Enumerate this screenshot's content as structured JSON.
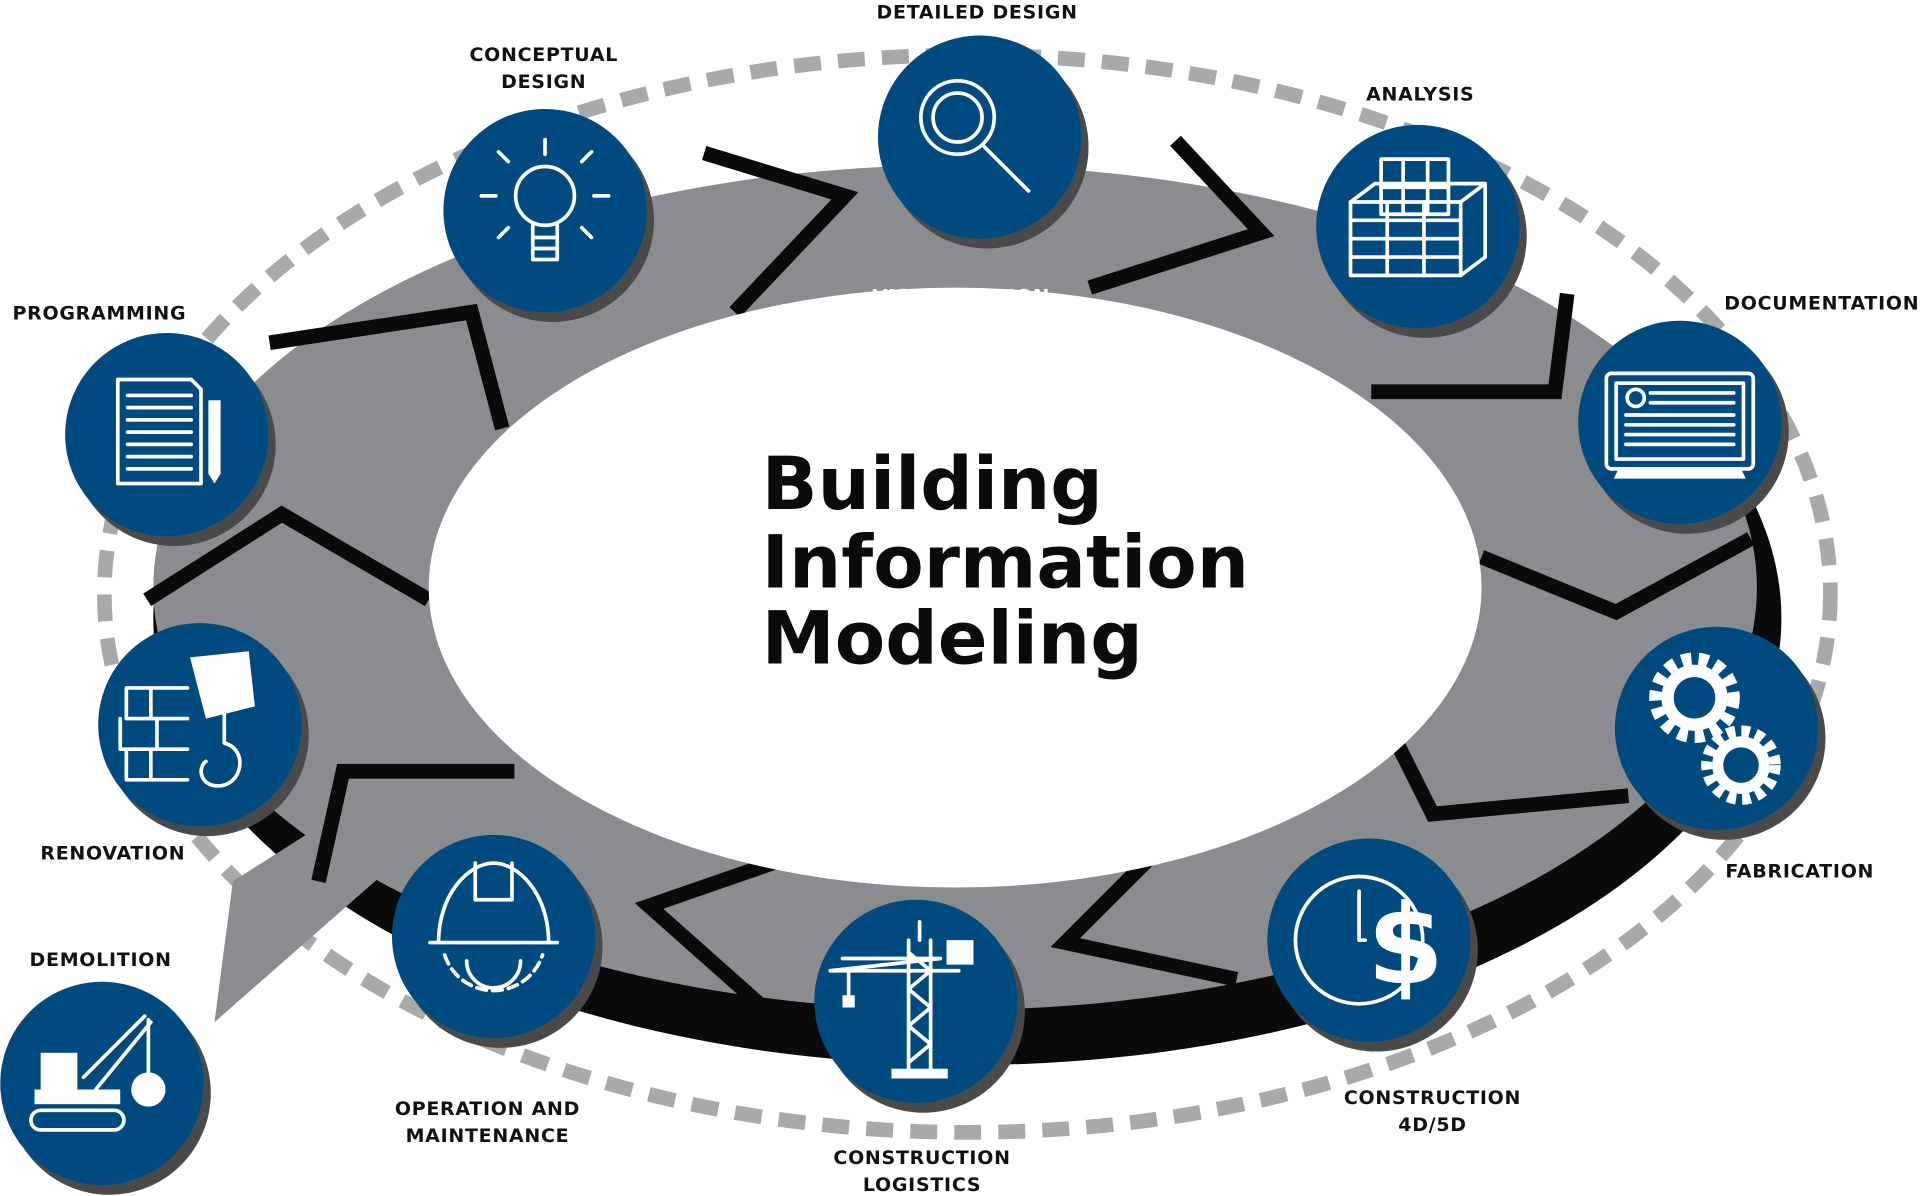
{
  "title": {
    "line1": "Building",
    "line2": "Information",
    "line3": "Modeling"
  },
  "ring_label": "VISUALIZATION",
  "colors": {
    "node_blue": "#004a80",
    "arrow_gray": "#8a8c8f",
    "ring_black": "#0a0a0a",
    "dash_gray": "#a8a9ab"
  },
  "stages": {
    "conceptual": {
      "line1": "CONCEPTUAL",
      "line2": "DESIGN",
      "icon": "lightbulb-icon"
    },
    "detailed": {
      "line1": "DETAILED DESIGN",
      "icon": "magnifier-icon"
    },
    "analysis": {
      "line1": "ANALYSIS",
      "icon": "structure-grid-icon"
    },
    "documentation": {
      "line1": "DOCUMENTATION",
      "icon": "monitor-document-icon"
    },
    "fabrication": {
      "line1": "FABRICATION",
      "icon": "gears-icon"
    },
    "construction45d": {
      "line1": "CONSTRUCTION",
      "line2": "4D/5D",
      "icon": "clock-dollar-icon"
    },
    "logistics": {
      "line1": "CONSTRUCTION",
      "line2": "LOGISTICS",
      "icon": "tower-crane-icon"
    },
    "operation": {
      "line1": "OPERATION AND",
      "line2": "MAINTENANCE",
      "icon": "hardhat-gear-icon"
    },
    "demolition": {
      "line1": "DEMOLITION",
      "icon": "wrecking-crane-icon"
    },
    "renovation": {
      "line1": "RENOVATION",
      "icon": "bricks-hook-icon"
    },
    "programming": {
      "line1": "PROGRAMMING",
      "icon": "document-pencil-icon"
    }
  }
}
